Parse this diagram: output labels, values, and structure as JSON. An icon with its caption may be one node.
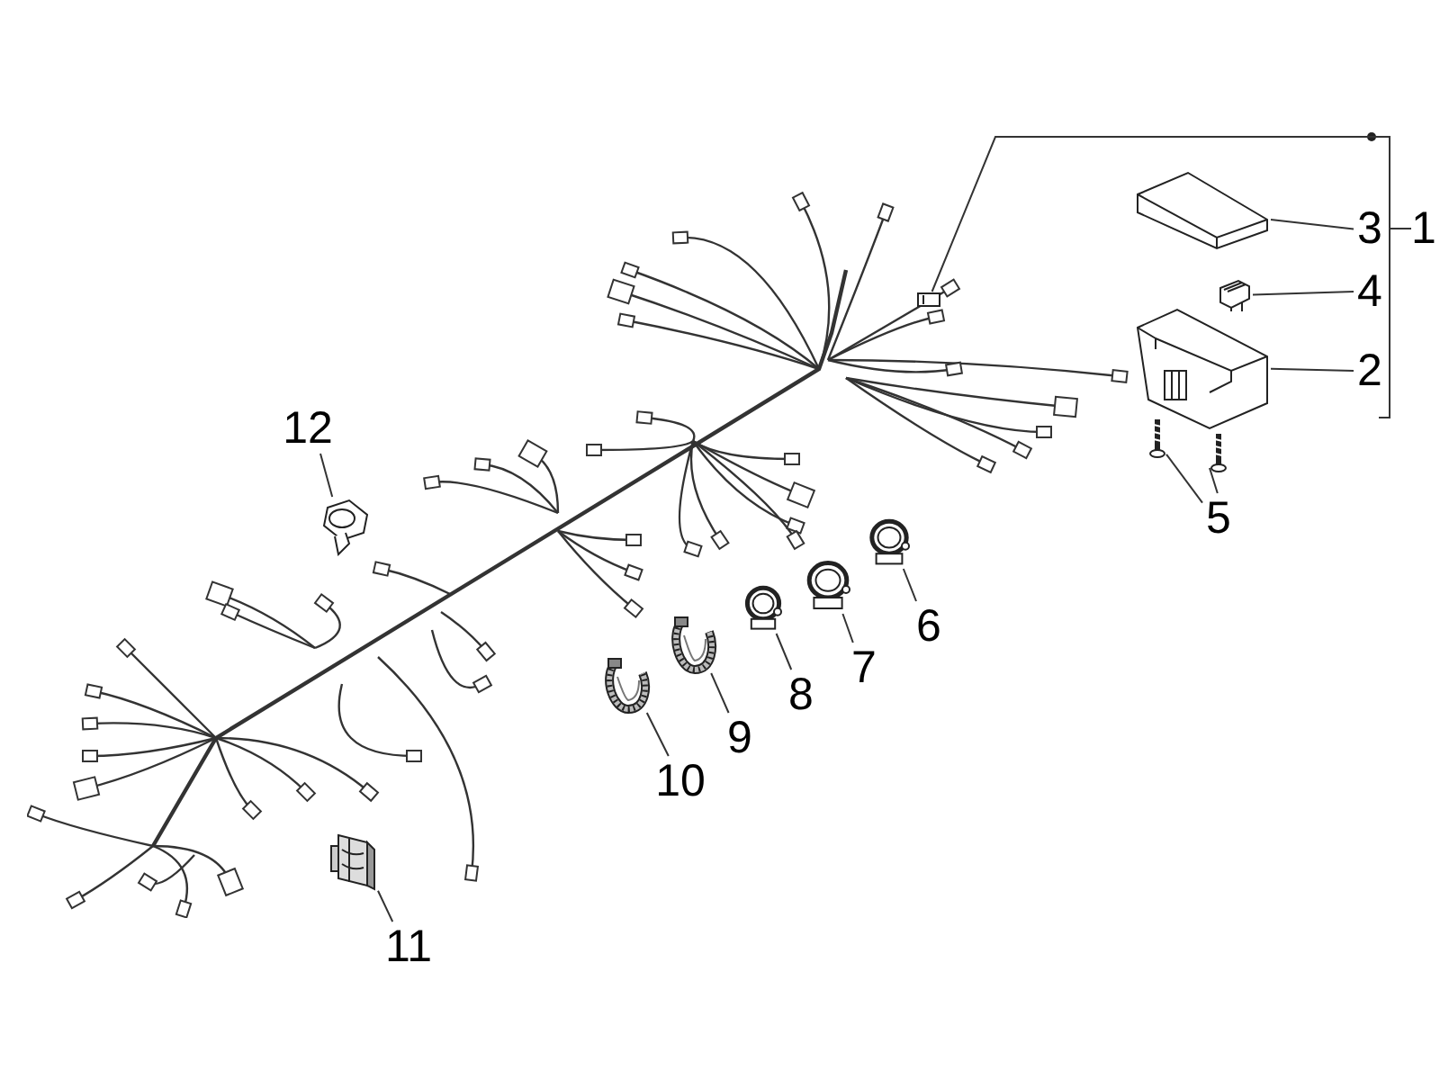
{
  "diagram": {
    "nodes": [
      {
        "text": [
          "1"
        ]
      },
      {
        "text": [],
        "shape": "picture"
      },
      {
        "text": [
          "3"
        ]
      },
      {
        "text": [],
        "shape": "picture"
      },
      {
        "text": [
          "4"
        ]
      },
      {
        "text": [],
        "shape": "picture"
      },
      {
        "text": [
          "2"
        ]
      },
      {
        "text": [],
        "shape": "picture"
      },
      {
        "text": [
          "5"
        ]
      },
      {
        "text": [],
        "shape": "picture"
      },
      {
        "text": [],
        "shape": "picture"
      },
      {
        "text": [
          "12"
        ]
      },
      {
        "text": [],
        "shape": "picture"
      },
      {
        "text": [
          "6"
        ]
      },
      {
        "text": [],
        "shape": "picture"
      },
      {
        "text": [
          "7"
        ]
      },
      {
        "text": [],
        "shape": "picture"
      },
      {
        "text": [
          "8"
        ]
      },
      {
        "text": [],
        "shape": "picture"
      },
      {
        "text": [
          "9"
        ]
      },
      {
        "text": [],
        "shape": "picture"
      },
      {
        "text": [
          "10"
        ]
      },
      {
        "text": [],
        "shape": "picture"
      },
      {
        "text": [
          "11"
        ]
      },
      {
        "text": [],
        "shape": "picture"
      }
    ],
    "edges": [
      {
        "from": 0,
        "to": 1,
        "arrow": "none"
      },
      {
        "from": 2,
        "to": 3,
        "arrow": "none"
      },
      {
        "from": 4,
        "to": 5,
        "arrow": "none"
      },
      {
        "from": 6,
        "to": 7,
        "arrow": "none"
      },
      {
        "from": 8,
        "to": 9,
        "arrow": "none"
      },
      {
        "from": 8,
        "to": 10,
        "arrow": "none"
      },
      {
        "from": 11,
        "to": 12,
        "arrow": "none"
      },
      {
        "from": 13,
        "to": 14,
        "arrow": "none"
      },
      {
        "from": 15,
        "to": 16,
        "arrow": "none"
      },
      {
        "from": 17,
        "to": 18,
        "arrow": "none"
      },
      {
        "from": 19,
        "to": 20,
        "arrow": "none"
      },
      {
        "from": 21,
        "to": 22,
        "arrow": "none"
      },
      {
        "from": 23,
        "to": 24,
        "arrow": "none"
      }
    ]
  }
}
